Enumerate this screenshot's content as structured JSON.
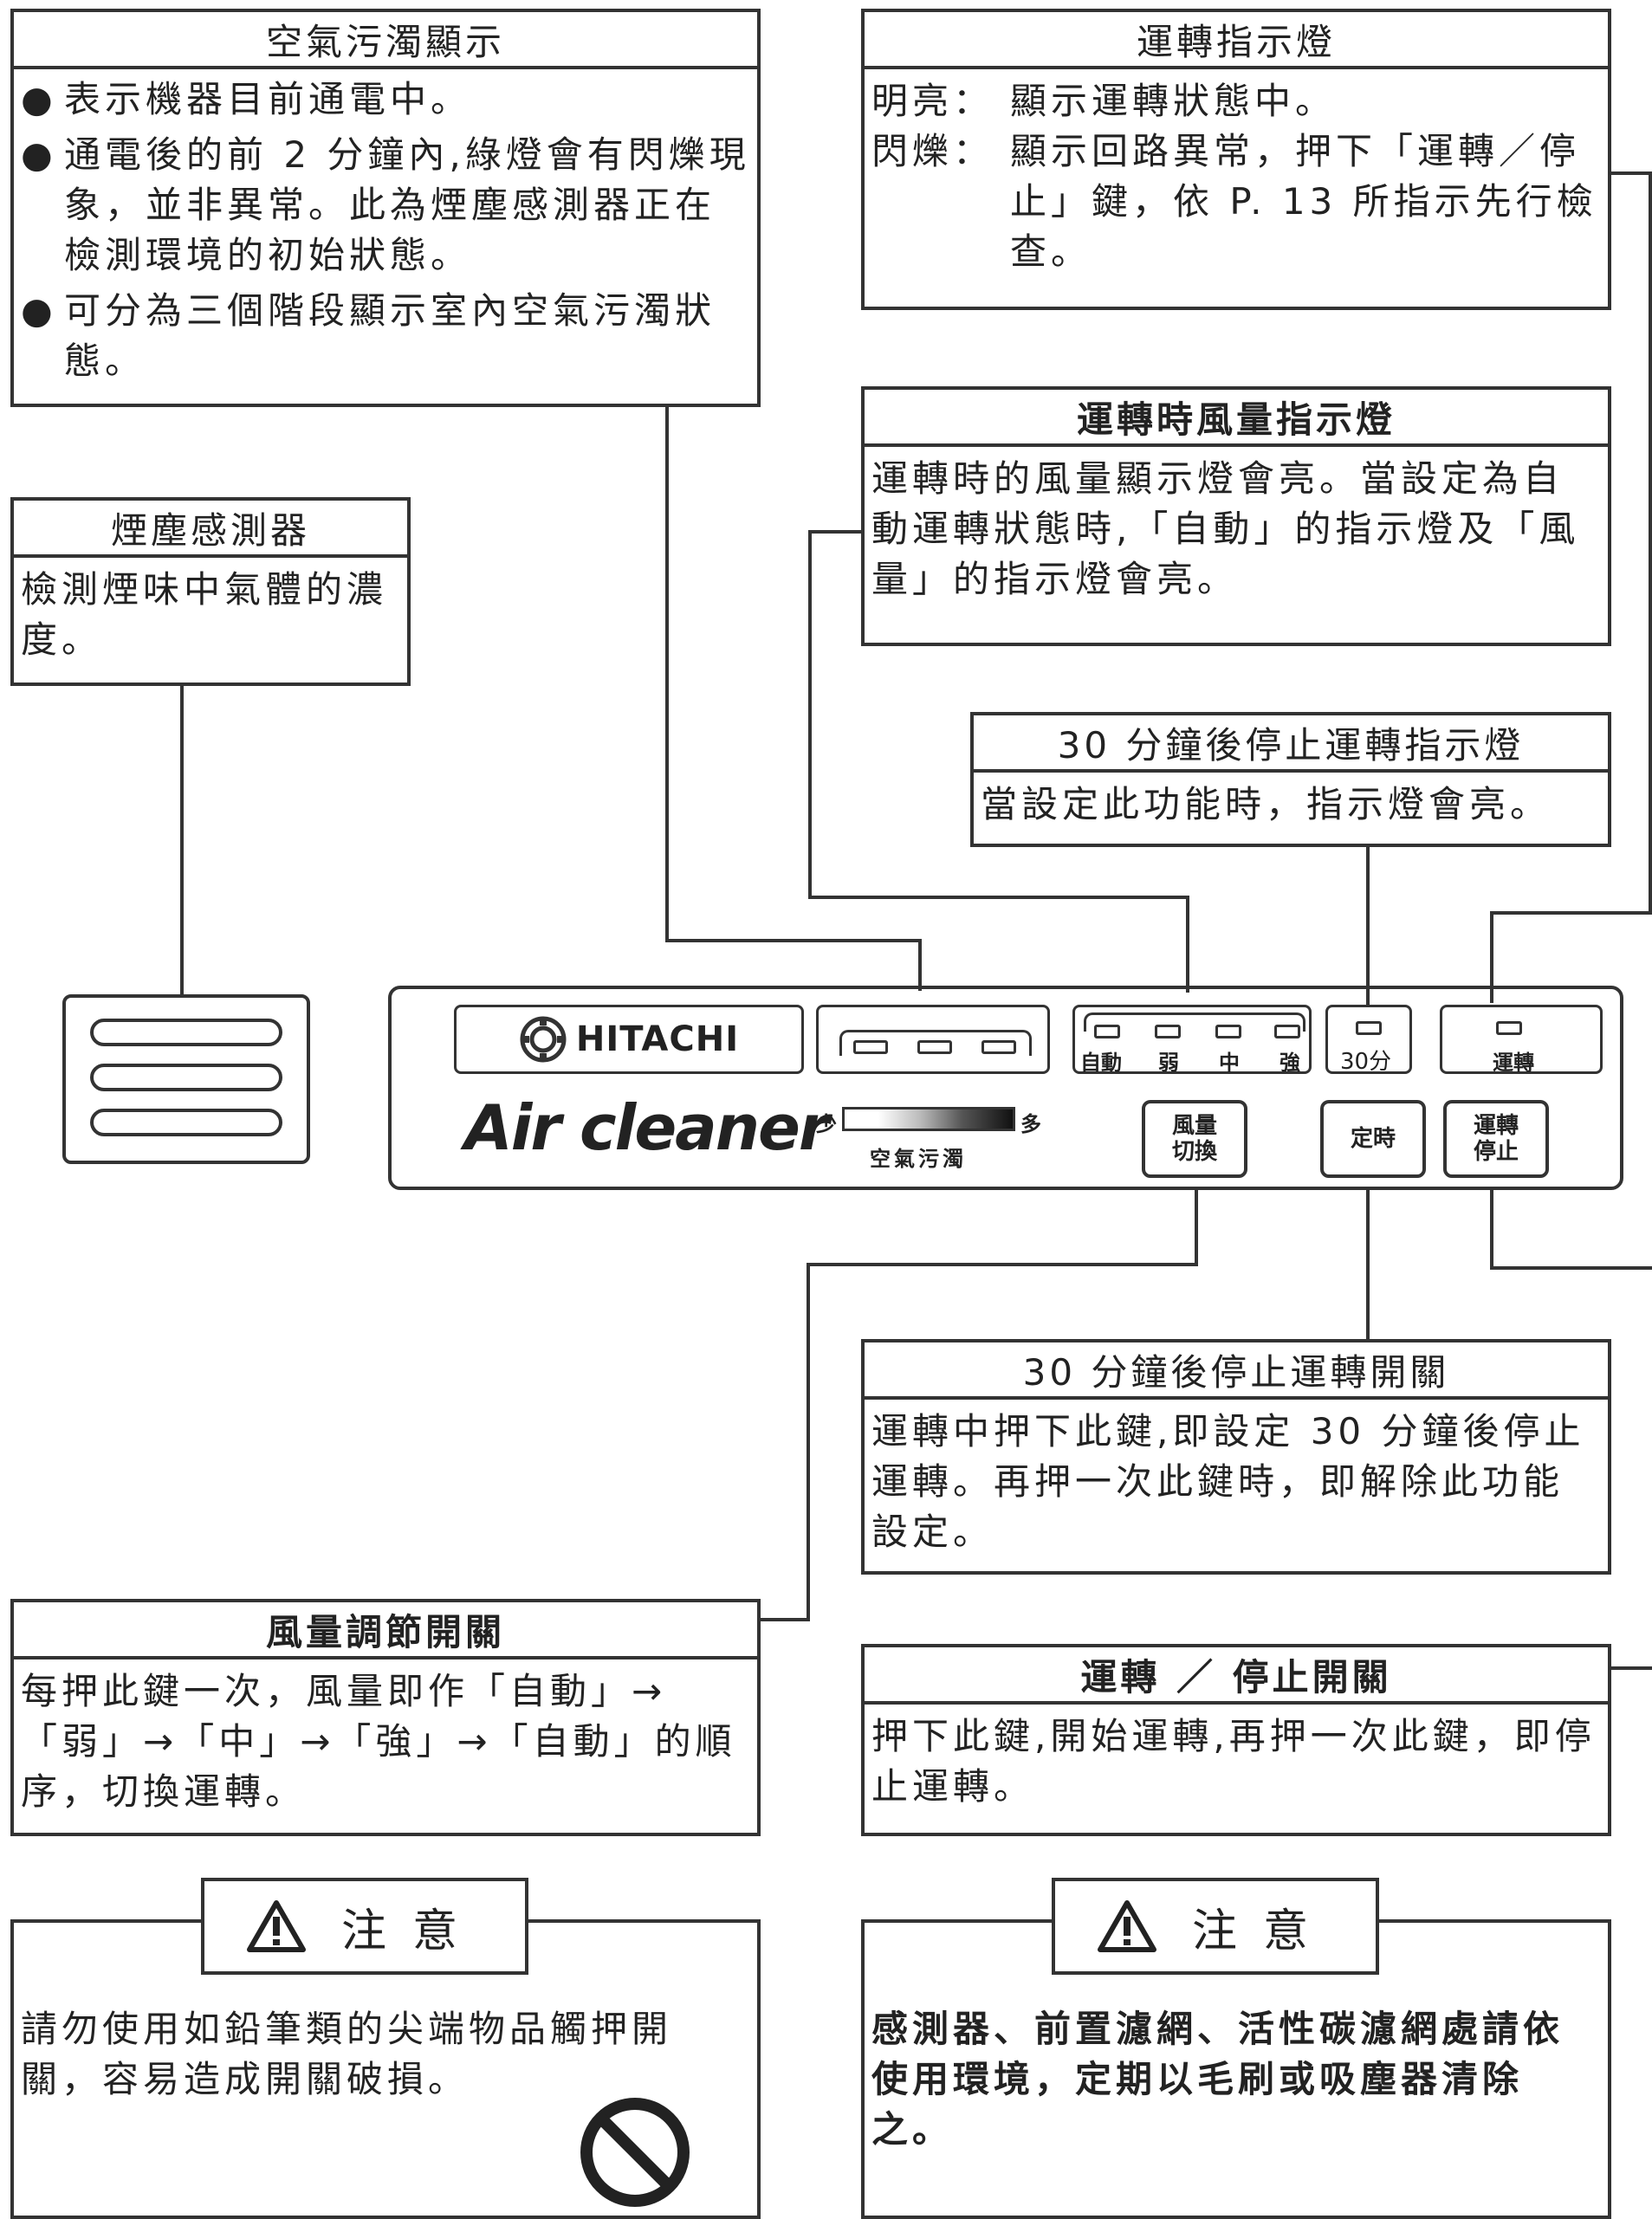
{
  "air_quality": {
    "title": "空氣污濁顯示",
    "bullet": "●",
    "items": [
      "表示機器目前通電中。",
      "通電後的前 2 分鐘內,綠燈會有閃爍現象，並非異常。此為煙塵感測器正在檢測環境的初始狀態。",
      "可分為三個階段顯示室內空氣污濁狀態。"
    ]
  },
  "run_indicator": {
    "title": "運轉指示燈",
    "on_label": "明亮：",
    "on_text": "顯示運轉狀態中。",
    "blink_label": "閃爍：",
    "blink_text": "顯示回路異常，押下「運轉／停止」鍵，依 P. 13 所指示先行檢查。"
  },
  "smoke_sensor": {
    "title": "煙塵感測器",
    "text": "檢測煙味中氣體的濃度。"
  },
  "fan_indicator": {
    "title": "運轉時風量指示燈",
    "text": "運轉時的風量顯示燈會亮。當設定為自動運轉狀態時,「自動」的指示燈及「風量」的指示燈會亮。"
  },
  "timer_indicator": {
    "title": "30 分鐘後停止運轉指示燈",
    "text": "當設定此功能時，指示燈會亮。"
  },
  "panel": {
    "brand": "HITACHI",
    "product": "Air cleaner",
    "less": "少",
    "more": "多",
    "pollution": "空氣污濁",
    "fan_levels": [
      "自動",
      "弱",
      "中",
      "強"
    ],
    "timer_led": "30分",
    "run_led": "運轉",
    "fan_button": "風量切換",
    "timer_button": "定時",
    "power_button": "運轉停止"
  },
  "timer_switch": {
    "title": "30 分鐘後停止運轉開關",
    "text": "運轉中押下此鍵,即設定 30 分鐘後停止運轉。再押一次此鍵時，即解除此功能設定。"
  },
  "fan_switch": {
    "title": "風量調節開關",
    "text": "每押此鍵一次，風量即作「自動」→「弱」→「中」→「強」→「自動」的順序，切換運轉。"
  },
  "power_switch": {
    "title": "運轉 ／ 停止開關",
    "text": "押下此鍵,開始運轉,再押一次此鍵，即停止運轉。"
  },
  "caution_left": {
    "title": "注意",
    "text": "請勿使用如鉛筆類的尖端物品觸押開關，容易造成開關破損。"
  },
  "caution_right": {
    "title": "注意",
    "text": "感測器、前置濾網、活性碳濾網處請依使用環境，定期以毛刷或吸塵器清除之。"
  }
}
